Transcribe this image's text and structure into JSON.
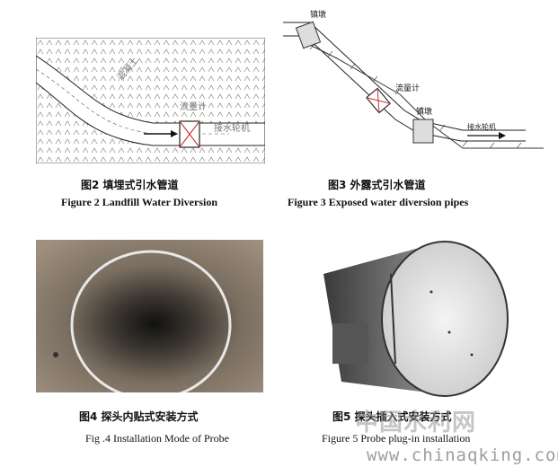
{
  "figures": [
    {
      "id": "fig2",
      "labels": {
        "soil": "混凝土",
        "meter": "流量计",
        "machine": "接水轮机"
      },
      "caption_cn": "图2 填埋式引水管道",
      "caption_en": "Figure 2 Landfill Water Diversion"
    },
    {
      "id": "fig3",
      "labels": {
        "anchor_top": "镇墩",
        "meter": "流量计",
        "anchor_bottom": "镇墩",
        "machine": "接水轮机"
      },
      "caption_cn": "图3 外露式引水管道",
      "caption_en": "Figure 3 Exposed water diversion pipes"
    },
    {
      "id": "fig4",
      "caption_cn": "图4 探头内贴式安装方式",
      "caption_en": "Fig .4 Installation Mode of Probe"
    },
    {
      "id": "fig5",
      "caption_cn": "图5 探头插入式安装方式",
      "caption_en": "Figure 5 Probe plug-in installation"
    }
  ],
  "watermark": {
    "cn": "中国水利网",
    "url": "www.chinaqking.com"
  },
  "colors": {
    "pipe_photo_bg": "#8a7a68",
    "ink": "#111111"
  }
}
